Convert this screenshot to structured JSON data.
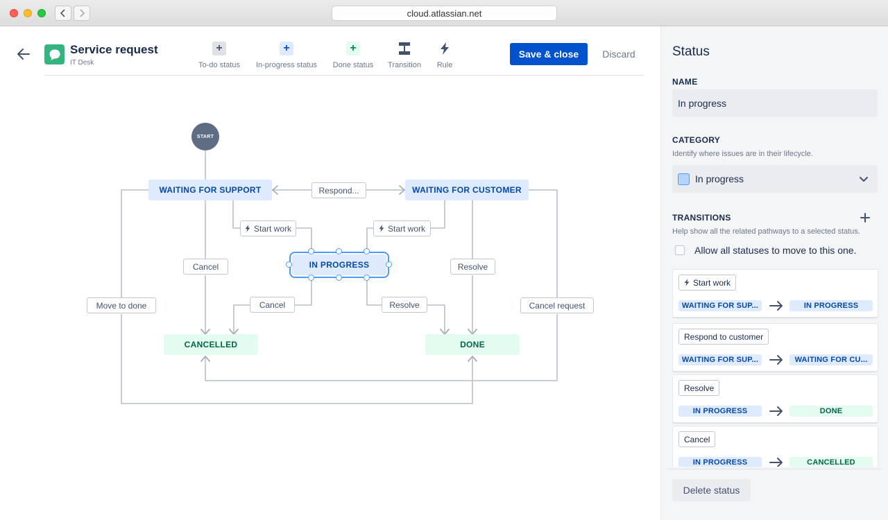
{
  "browser": {
    "url": "cloud.atlassian.net"
  },
  "header": {
    "title": "Service request",
    "subtitle": "IT Desk",
    "tools": [
      {
        "label": "To-do status",
        "icon": "plus-icon"
      },
      {
        "label": "In-progress status",
        "icon": "plus-icon"
      },
      {
        "label": "Done status",
        "icon": "plus-icon"
      },
      {
        "label": "Transition",
        "icon": "transition-icon"
      },
      {
        "label": "Rule",
        "icon": "bolt-icon"
      }
    ],
    "save_label": "Save & close",
    "discard_label": "Discard"
  },
  "diagram": {
    "start_label": "START",
    "statuses": {
      "waiting_support": "WAITING FOR SUPPORT",
      "waiting_customer": "WAITING FOR CUSTOMER",
      "in_progress": "IN PROGRESS",
      "cancelled": "CANCELLED",
      "done": "DONE"
    },
    "transitions": {
      "respond": "Respond...",
      "start_work_left": "Start work",
      "start_work_right": "Start work",
      "cancel_left": "Cancel",
      "cancel_mid": "Cancel",
      "resolve_mid": "Resolve",
      "resolve_right": "Resolve",
      "move_to_done": "Move to done",
      "cancel_request": "Cancel request"
    }
  },
  "panel": {
    "title": "Status",
    "name_label": "NAME",
    "name_value": "In progress",
    "category_label": "CATEGORY",
    "category_help": "Identify where issues are in their lifecycle.",
    "category_value": "In progress",
    "transitions_label": "TRANSITIONS",
    "transitions_help": "Help show all the related pathways to a selected status.",
    "allow_all_label": "Allow all statuses to move to this one.",
    "transition_cards": [
      {
        "name": "Start work",
        "rule": true,
        "from": "WAITING FOR SUP...",
        "from_type": "blue",
        "to": "IN PROGRESS",
        "to_type": "blue"
      },
      {
        "name": "Respond to customer",
        "rule": false,
        "from": "WAITING FOR SUP...",
        "from_type": "blue",
        "to": "WAITING FOR CU...",
        "to_type": "blue"
      },
      {
        "name": "Resolve",
        "rule": false,
        "from": "IN PROGRESS",
        "from_type": "blue",
        "to": "DONE",
        "to_type": "green"
      },
      {
        "name": "Cancel",
        "rule": false,
        "from": "IN PROGRESS",
        "from_type": "blue",
        "to": "CANCELLED",
        "to_type": "green"
      }
    ],
    "delete_label": "Delete status"
  },
  "colors": {
    "primary": "#0052cc",
    "todo_accent": "#42526e",
    "inprogress_accent": "#0052cc",
    "done_accent": "#00875a",
    "blue_lozenge_bg": "#deebff",
    "green_lozenge_bg": "#e3fcef",
    "app_icon": "#36b37e"
  }
}
